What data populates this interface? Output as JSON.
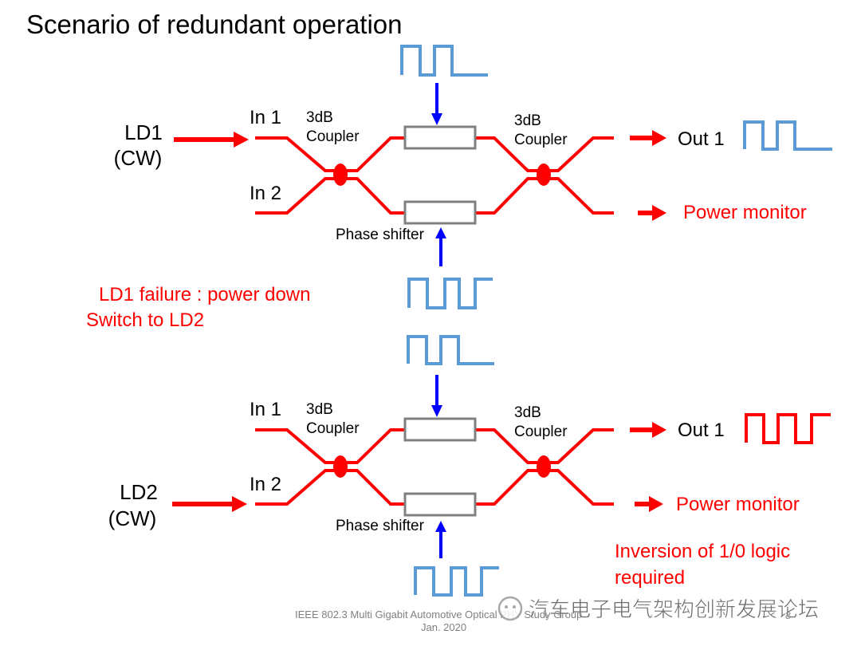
{
  "slide": {
    "title": "Scenario of redundant operation"
  },
  "top": {
    "source_label": "LD1",
    "source_mode": "(CW)",
    "in1": "In 1",
    "in2": "In 2",
    "coupler_left_line1": "3dB",
    "coupler_left_line2": "Coupler",
    "coupler_right_line1": "3dB",
    "coupler_right_line2": "Coupler",
    "phase_shifter": "Phase shifter",
    "out1": "Out 1",
    "power_monitor": "Power monitor"
  },
  "note": {
    "line1": "LD1 failure : power down",
    "line2": "Switch to LD2"
  },
  "bottom": {
    "source_label": "LD2",
    "source_mode": "(CW)",
    "in1": "In 1",
    "in2": "In 2",
    "coupler_left_line1": "3dB",
    "coupler_left_line2": "Coupler",
    "coupler_right_line1": "3dB",
    "coupler_right_line2": "Coupler",
    "phase_shifter": "Phase shifter",
    "out1": "Out 1",
    "power_monitor": "Power monitor",
    "note_line1": "Inversion of 1/0 logic",
    "note_line2": "required"
  },
  "footer": {
    "line1": "IEEE 802.3 Multi Gigabit Automotive Optical PHY Study Group",
    "line2": "Jan. 2020",
    "page": "8"
  },
  "watermark": "汽车电子电气架构创新发展论坛",
  "colors": {
    "signal": "#ff0000",
    "waveform": "#5b9bd5",
    "arrow": "#0000ff",
    "shifter_border": "#808080"
  }
}
